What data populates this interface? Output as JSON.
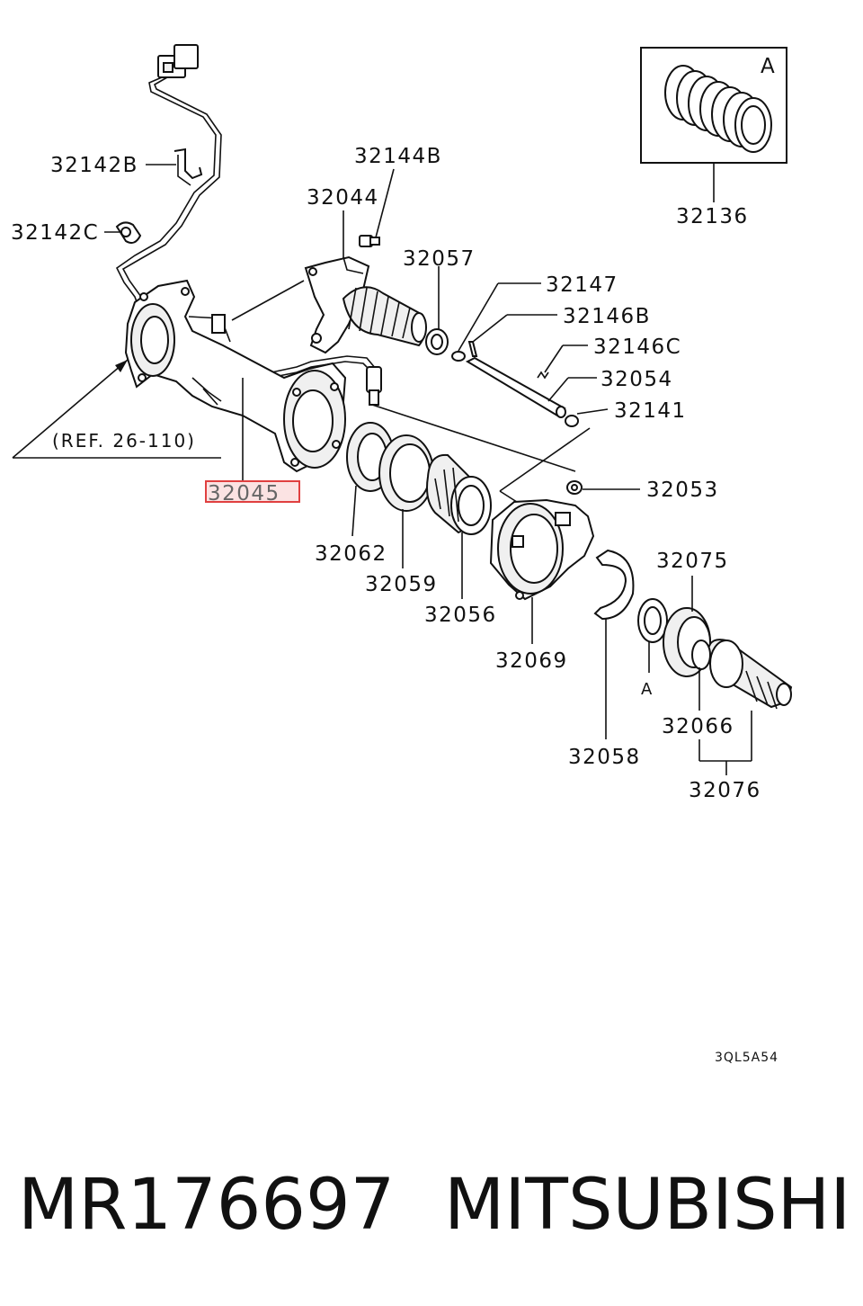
{
  "diagram_code": "3QL5A54",
  "reference_label": "(REF. 26-110)",
  "inset_label": "A",
  "detail_marker": "A",
  "highlight_color": "#e04040",
  "part_labels": {
    "p32142B": "32142B",
    "p32142C": "32142C",
    "p32144B": "32144B",
    "p32044": "32044",
    "p32057": "32057",
    "p32147": "32147",
    "p32146B": "32146B",
    "p32146C": "32146C",
    "p32054": "32054",
    "p32141": "32141",
    "p32136": "32136",
    "p32053": "32053",
    "p32045": "32045",
    "p32062": "32062",
    "p32059": "32059",
    "p32056": "32056",
    "p32069": "32069",
    "p32075": "32075",
    "p32066": "32066",
    "p32058": "32058",
    "p32076": "32076"
  },
  "footer": {
    "part_number": "MR176697",
    "brand": "MITSUBISHI"
  }
}
